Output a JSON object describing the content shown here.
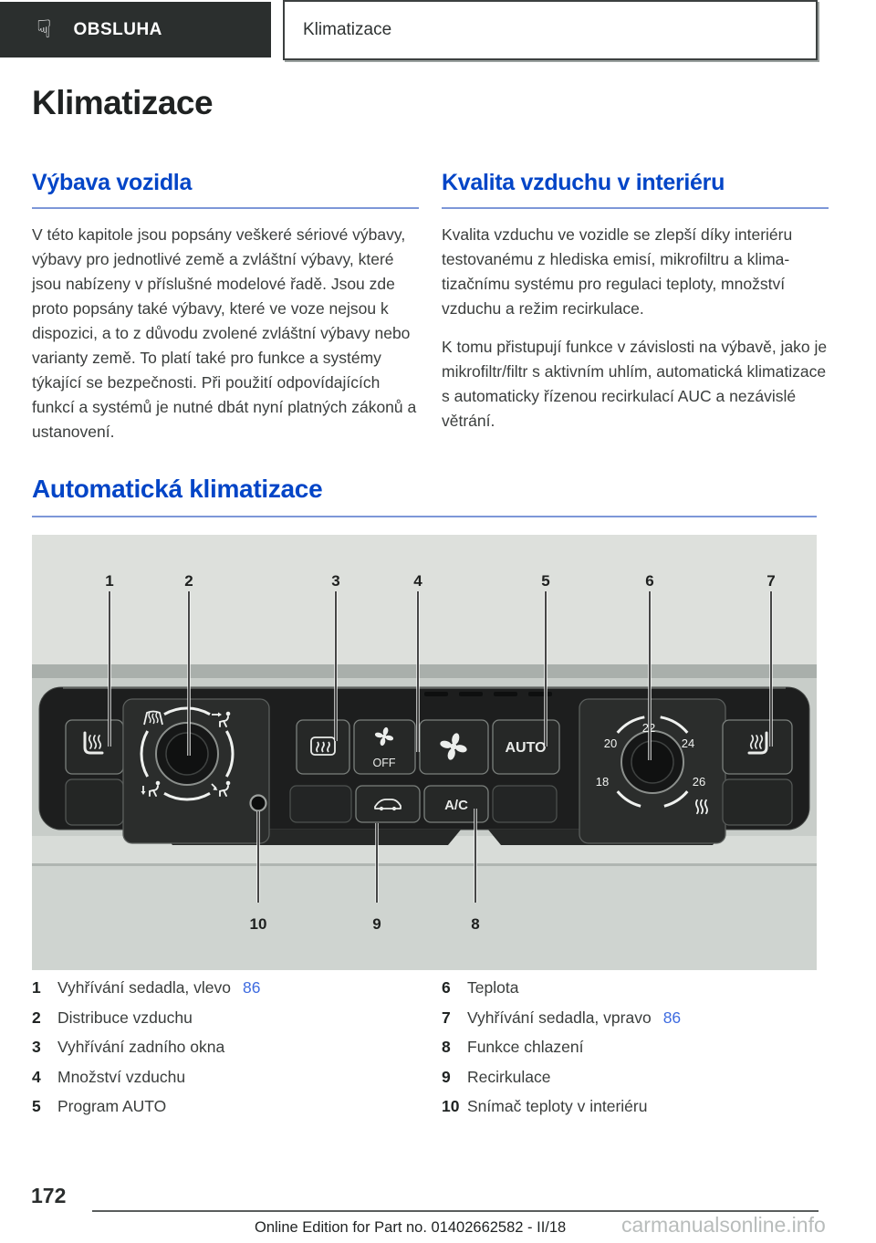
{
  "header": {
    "tab_label": "OBSLUHA",
    "tab_icon_glyph": "☟",
    "tab_icon_name": "pointing-hand-down-icon",
    "breadcrumb": "Klimatizace"
  },
  "page": {
    "title": "Klimatizace",
    "sections": [
      {
        "heading": "Výbava vozidla",
        "paragraphs": [
          "V této kapitole jsou popsány veškeré sériové vý­bavy, výbavy pro jednotlivé země a zvláštní vý­bavy, které jsou nabízeny v příslušné modelové řadě. Jsou zde proto popsány také výbavy, které ve voze nejsou k dispozici, a to z důvodu zvolené zvláštní výbavy nebo varianty země. To platí také pro funkce a systémy týkající se bezpečnosti. Při použití odpovídajících funkcí a systémů je nutné dbát nyní platných zákonů a ustanovení."
        ]
      },
      {
        "heading": "Kvalita vzduchu v interiéru",
        "paragraphs": [
          "Kvalita vzduchu ve vozidle se zlepší díky interiéru testovanému z hlediska emisí, mikrofiltru a klima­tizačnímu systému pro regulaci teploty, množství vzduchu a režim recirkulace.",
          "K tomu přistupují funkce v závislosti na výbavě, jako je mikrofiltr/filtr s aktivním uhlím, automatická klimatizace s automaticky řízenou recirkulací AUC a nezávislé větrání."
        ]
      }
    ],
    "subsection_heading": "Automatická klimatizace"
  },
  "figure": {
    "callouts_top": [
      "1",
      "2",
      "3",
      "4",
      "5",
      "6",
      "7"
    ],
    "callouts_bottom": [
      "10",
      "9",
      "8"
    ],
    "panel": {
      "auto": "AUTO",
      "off": "OFF",
      "ac": "A/C"
    },
    "temperature_scale": [
      "18",
      "20",
      "22",
      "24",
      "26"
    ],
    "icon_names": [
      "seat-heating-left-icon",
      "windshield-demist-icon",
      "air-distribution-knob",
      "vent-upper-body-icon",
      "vent-footwell-icon",
      "vent-mixed-icon",
      "interior-temperature-sensor",
      "rear-window-defrost-icon",
      "fan-off-icon",
      "fan-icon",
      "auto-button",
      "recirculation-car-icon",
      "ac-button",
      "temperature-knob",
      "heat-waves-icon",
      "seat-heating-right-icon"
    ]
  },
  "legend": {
    "left": [
      {
        "num": "1",
        "label": "Vyhřívání sedadla, vlevo",
        "page_ref": "86"
      },
      {
        "num": "2",
        "label": "Distribuce vzduchu"
      },
      {
        "num": "3",
        "label": "Vyhřívání zadního okna"
      },
      {
        "num": "4",
        "label": "Množství vzduchu"
      },
      {
        "num": "5",
        "label": "Program AUTO"
      }
    ],
    "right": [
      {
        "num": "6",
        "label": "Teplota"
      },
      {
        "num": "7",
        "label": "Vyhřívání sedadla, vpravo",
        "page_ref": "86"
      },
      {
        "num": "8",
        "label": "Funkce chlazení"
      },
      {
        "num": "9",
        "label": "Recirkulace"
      },
      {
        "num": "10",
        "label": "Snímač teploty v interiéru"
      }
    ]
  },
  "footer": {
    "page_number": "172",
    "edition": "Online Edition for Part no. 01402662582 - II/18",
    "watermark": "carmanualsonline.info"
  },
  "colors": {
    "accent_blue": "#0345c7",
    "underline_blue": "#7d97d8",
    "link_blue": "#3e6be0",
    "header_bar": "#2b2f2e",
    "figure_background": "#d8dcd8",
    "panel_black": "#1d1e1e"
  }
}
